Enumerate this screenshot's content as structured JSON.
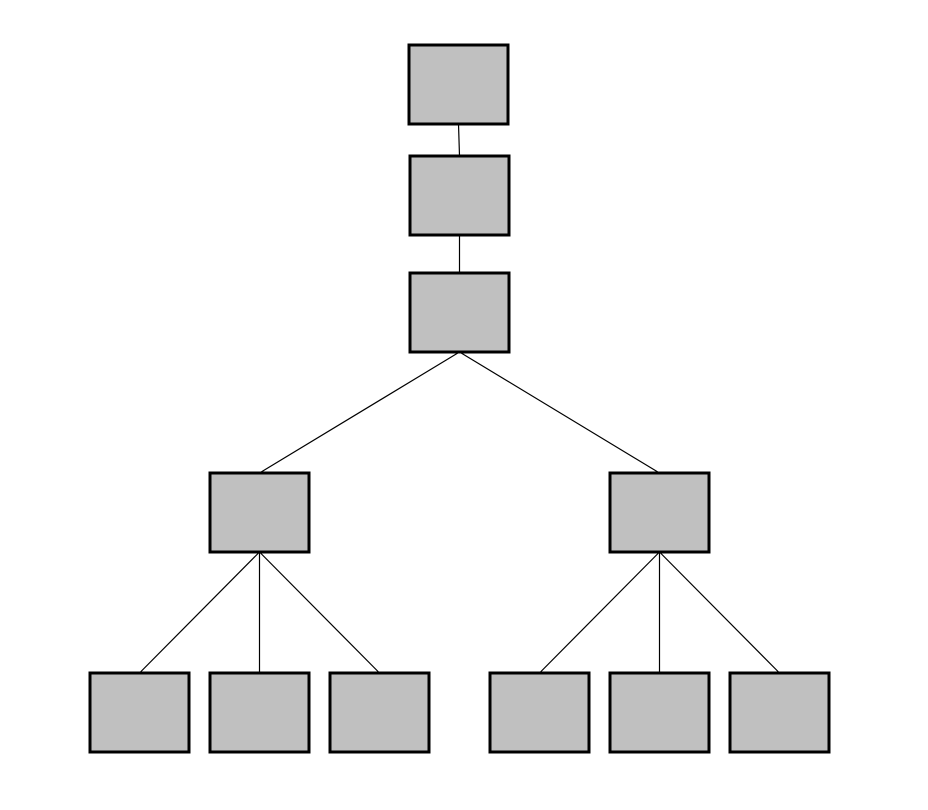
{
  "diagram": {
    "type": "tree",
    "node_fill": "#c0c0c0",
    "node_border": "#000000",
    "line_color": "#000000",
    "background": "#ffffff",
    "nodes": [
      {
        "id": "n1",
        "label": ""
      },
      {
        "id": "n2",
        "label": ""
      },
      {
        "id": "n3",
        "label": ""
      },
      {
        "id": "n4",
        "label": ""
      },
      {
        "id": "n5",
        "label": ""
      },
      {
        "id": "n6",
        "label": ""
      },
      {
        "id": "n7",
        "label": ""
      },
      {
        "id": "n8",
        "label": ""
      },
      {
        "id": "n9",
        "label": ""
      },
      {
        "id": "n10",
        "label": ""
      },
      {
        "id": "n11",
        "label": ""
      }
    ],
    "edges": [
      {
        "from": "n1",
        "to": "n2"
      },
      {
        "from": "n2",
        "to": "n3"
      },
      {
        "from": "n3",
        "to": "n4"
      },
      {
        "from": "n3",
        "to": "n5"
      },
      {
        "from": "n4",
        "to": "n6"
      },
      {
        "from": "n4",
        "to": "n7"
      },
      {
        "from": "n4",
        "to": "n8"
      },
      {
        "from": "n5",
        "to": "n9"
      },
      {
        "from": "n5",
        "to": "n10"
      },
      {
        "from": "n5",
        "to": "n11"
      }
    ]
  }
}
